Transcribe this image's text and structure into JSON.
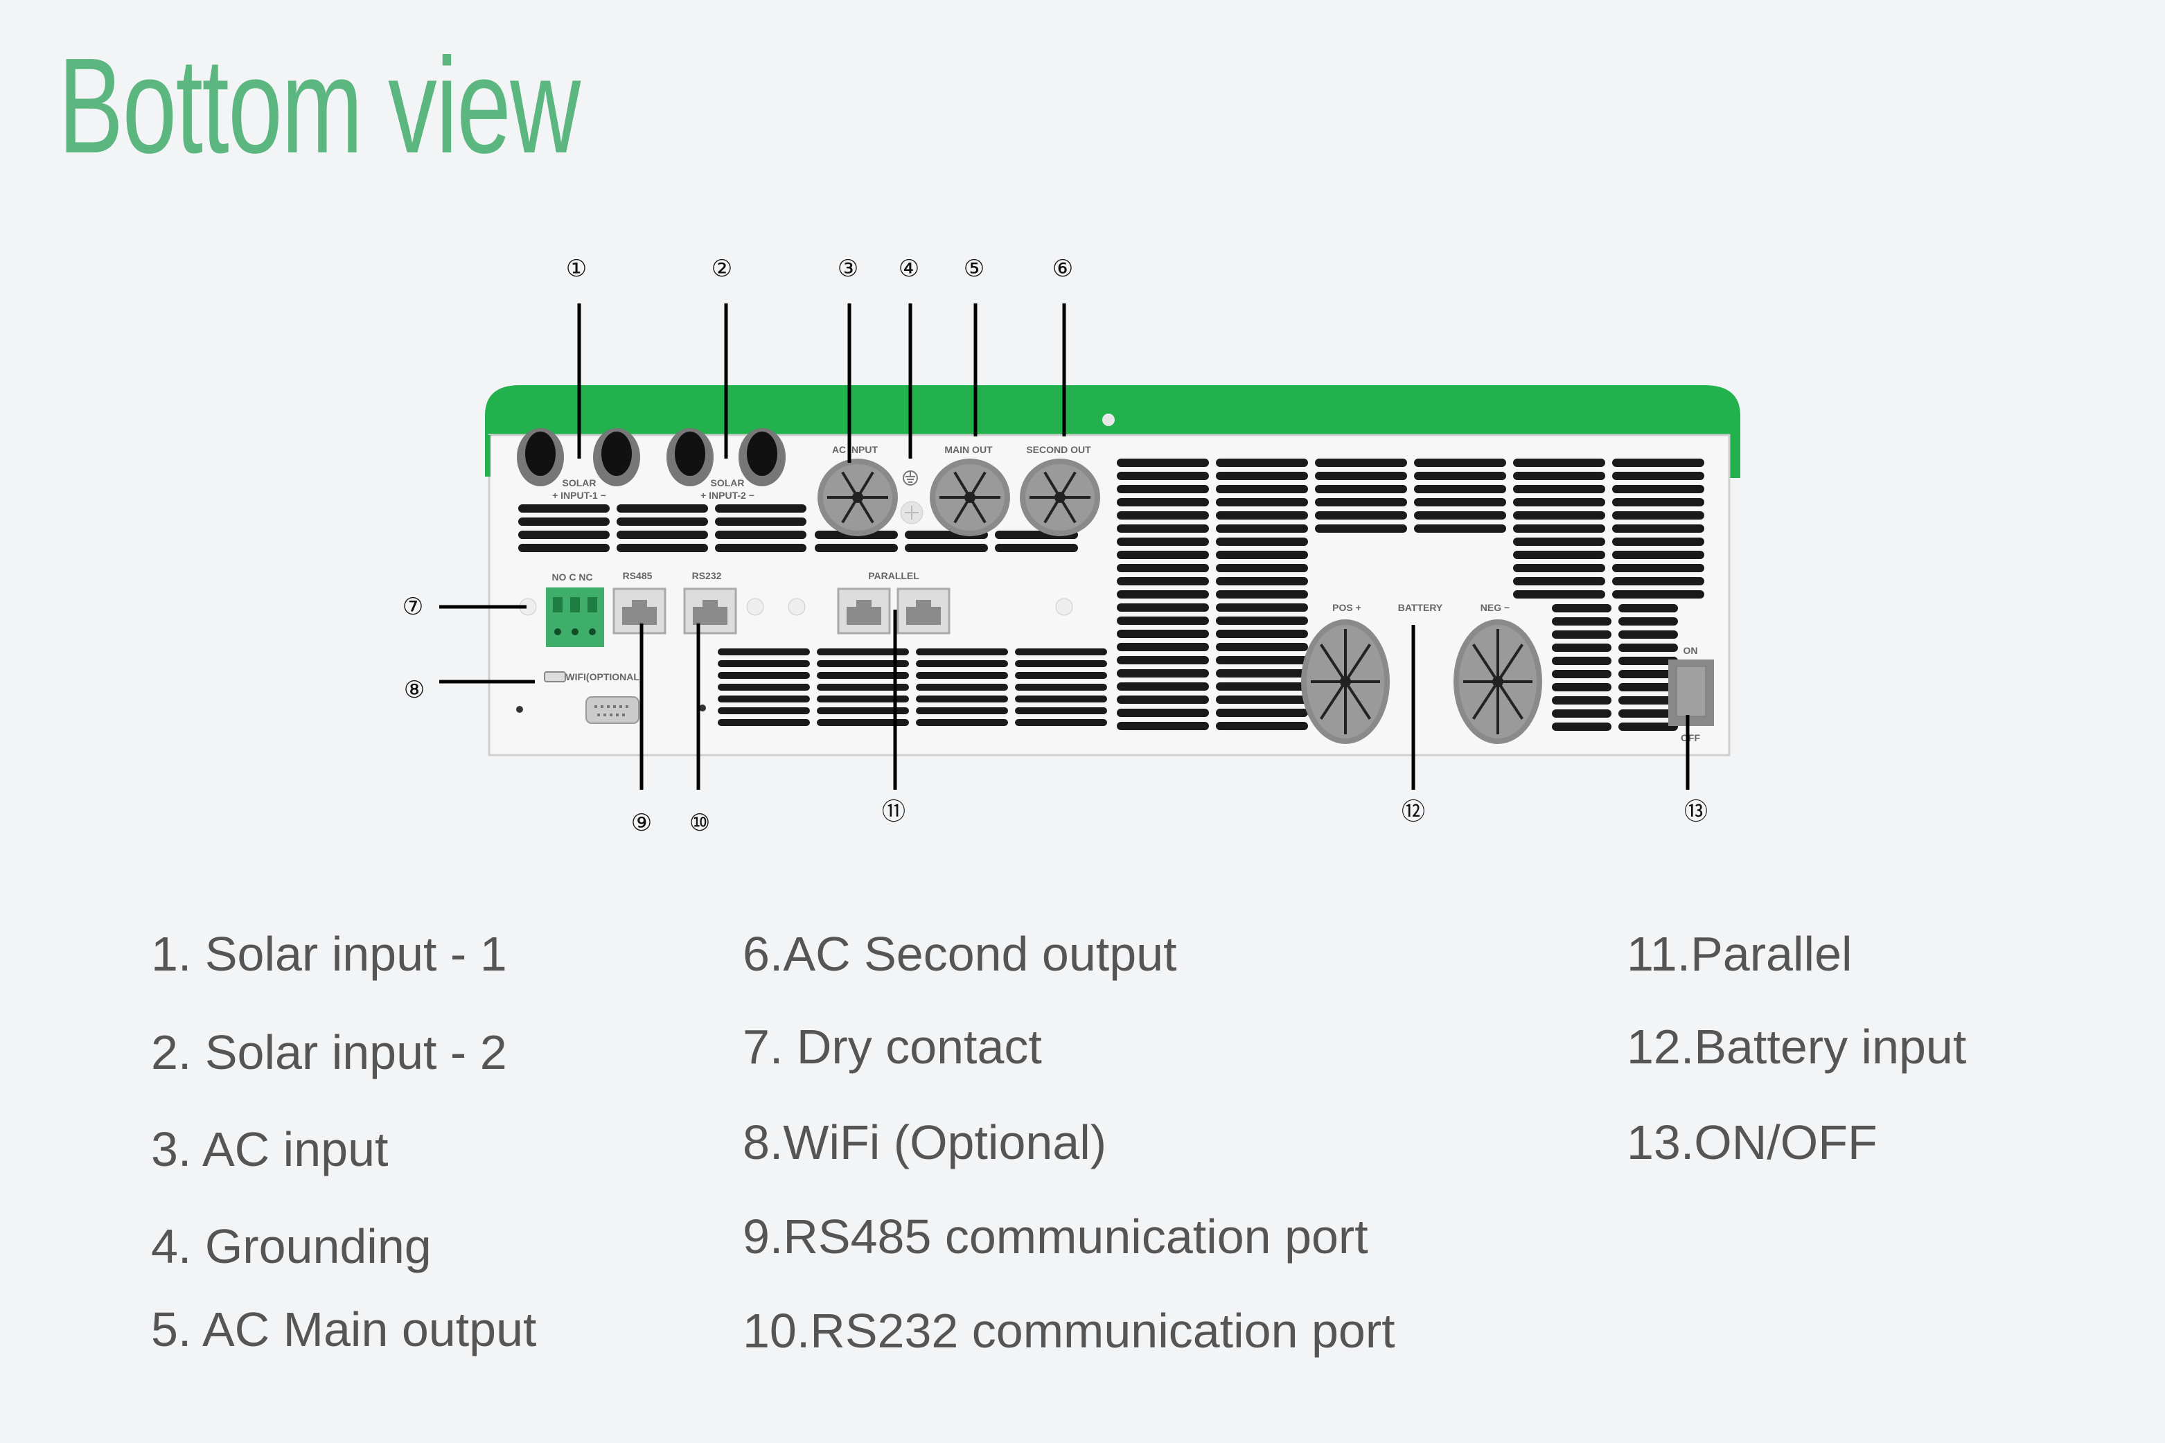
{
  "title": "Bottom view",
  "colors": {
    "accent": "#5cb67f",
    "device_top": "#22b14c",
    "terminal": "#3fae6a"
  },
  "device_labels": {
    "solar1": [
      "SOLAR",
      "+  INPUT-1  −"
    ],
    "solar2": [
      "SOLAR",
      "+  INPUT-2  −"
    ],
    "ac_input": "AC INPUT",
    "main_out": "MAIN OUT",
    "second_out": "SECOND OUT",
    "no_c_nc": "NO C NC",
    "rs485": "RS485",
    "rs232": "RS232",
    "parallel": "PARALLEL",
    "wifi": "WIFI(OPTIONAL)",
    "pos": "POS +",
    "battery": "BATTERY",
    "neg": "NEG −",
    "on": "ON",
    "off": "OFF"
  },
  "callouts": [
    "①",
    "②",
    "③",
    "④",
    "⑤",
    "⑥",
    "⑦",
    "⑧",
    "⑨",
    "⑩",
    "⑪",
    "⑫",
    "⑬"
  ],
  "legend": {
    "col1": [
      "1. Solar input - 1",
      "2. Solar input - 2",
      "3. AC input",
      "4. Grounding",
      "5. AC Main output"
    ],
    "col2": [
      "6.AC Second output",
      "7. Dry contact",
      "8.WiFi (Optional)",
      "9.RS485 communication port",
      "10.RS232 communication port"
    ],
    "col3": [
      "11.Parallel",
      "12.Battery input",
      "13.ON/OFF"
    ]
  }
}
